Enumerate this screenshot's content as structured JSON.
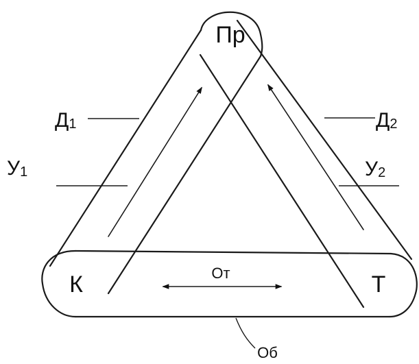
{
  "nodes": {
    "top": "Пр",
    "left": "К",
    "right": "Т"
  },
  "labels": {
    "d1_main": "Д",
    "d1_sub": "1",
    "d2_main": "Д",
    "d2_sub": "2",
    "u1_main": "У",
    "u1_sub": "1",
    "u2_main": "У",
    "u2_sub": "2",
    "bottom_arrow": "От",
    "bottom_band": "Об"
  }
}
